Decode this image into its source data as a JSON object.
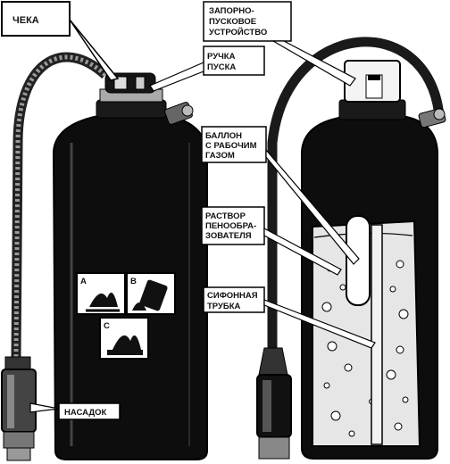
{
  "labels": {
    "cheka": "ЧЕКА",
    "ruchka_line1": "РУЧКА",
    "ruchka_line2": "ПУСКА",
    "nasadok": "НАСАДОК",
    "zaporno_line1": "ЗАПОРНО-",
    "zaporno_line2": "ПУСКОВОЕ",
    "zaporno_line3": "УСТРОЙСТВО",
    "ballon_line1": "БАЛЛОН",
    "ballon_line2": "С РАБОЧИМ",
    "ballon_line3": "ГАЗОМ",
    "rastvor_line1": "РАСТВОР",
    "rastvor_line2": "ПЕНООБРА-",
    "rastvor_line3": "ЗОВАТЕЛЯ",
    "sifon_line1": "СИФОННАЯ",
    "sifon_line2": "ТРУБКА"
  },
  "panel_letters": {
    "a": "A",
    "b": "B",
    "c": "C"
  }
}
